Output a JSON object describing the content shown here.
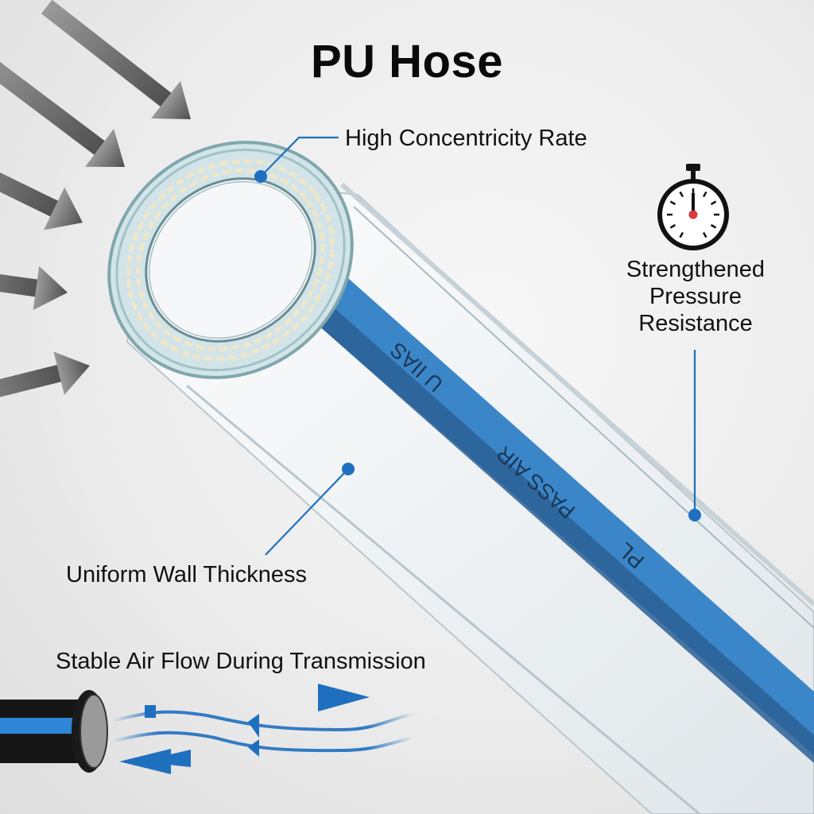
{
  "title": "PU Hose",
  "callouts": {
    "concentricity": "High Concentricity Rate",
    "pressure": [
      "Strengthened",
      "Pressure",
      "Resistance"
    ],
    "wall": "Uniform Wall Thickness",
    "airflow": "Stable Air Flow During Transmission"
  },
  "hose_stripe_text": {
    "segment_1": "U IIAS",
    "segment_2": "PASS AIR",
    "segment_3": "PL"
  },
  "icons": {
    "stopwatch": "stopwatch-icon",
    "pressure_arrows": "pressure-arrows-icon",
    "airflow_arrows": "airflow-arrows-icon"
  },
  "colors": {
    "accent_blue": "#1f6fbf",
    "stripe_blue": "#3a86c8",
    "stripe_dark": "#2c5f95",
    "arrow_gray": "#5e5e5e",
    "text": "#111111",
    "gauge_needle_tip": "#d83a3a"
  }
}
